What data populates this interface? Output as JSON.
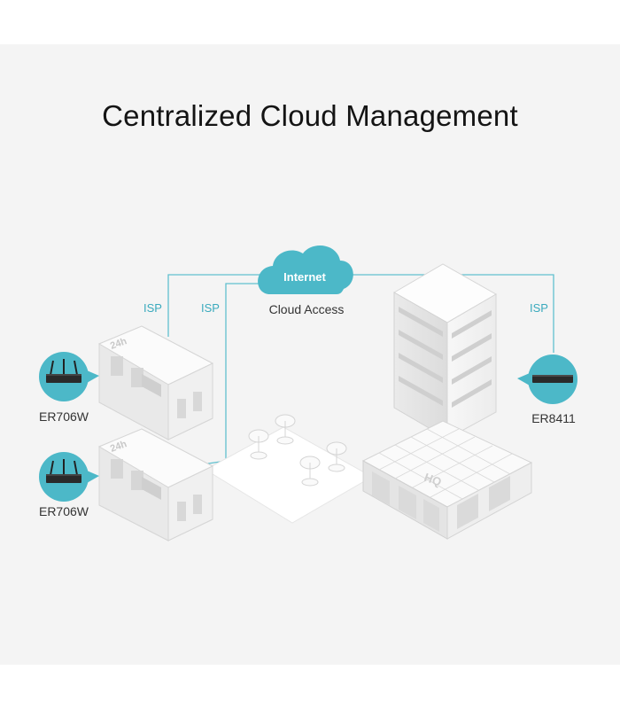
{
  "title": "Centralized Cloud Management",
  "cloud": {
    "label": "Internet",
    "caption": "Cloud Access"
  },
  "links": {
    "isp_label": "ISP"
  },
  "devices": {
    "branch_1": "ER706W",
    "branch_2": "ER706W",
    "hq": "ER8411"
  },
  "buildings": {
    "store_sign": "24h",
    "hq_sign": "HQ"
  },
  "colors": {
    "accent": "#4cb8c8",
    "line": "#60c0cf",
    "background": "#f4f4f4",
    "text": "#333333"
  }
}
